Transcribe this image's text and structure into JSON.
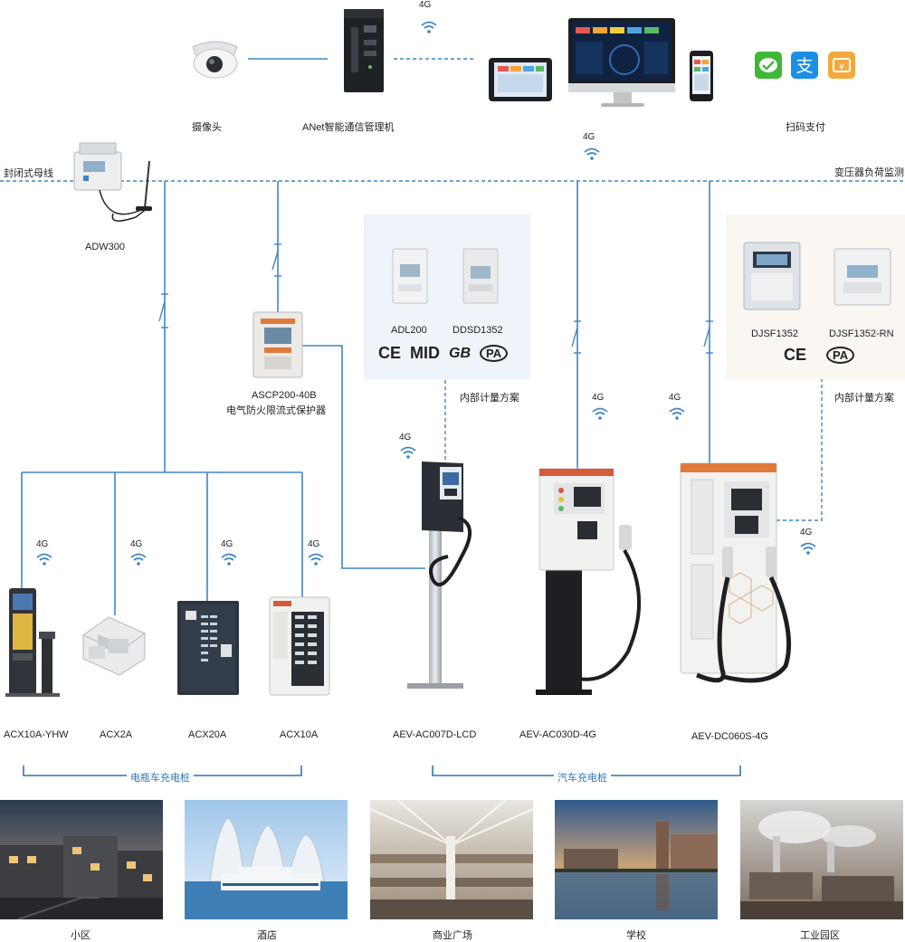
{
  "top": {
    "camera": "摄像头",
    "gateway": "ANet智能通信管理机",
    "payment": "扫码支付",
    "net_4g": "4G"
  },
  "bus": {
    "left_label": "封闭式母线",
    "right_label": "变压器负荷监测",
    "adw": "ADW300",
    "ascp_model": "ASCP200-40B",
    "ascp_desc": "电气防火限流式保护器"
  },
  "metering_left": {
    "meter1": "ADL200",
    "meter2": "DDSD1352",
    "marks": [
      "CE",
      "MID",
      "GB",
      "PA"
    ],
    "caption": "内部计量方案"
  },
  "metering_right": {
    "meter1": "DJSF1352",
    "meter2": "DJSF1352-RN",
    "marks": [
      "CE",
      "PA"
    ],
    "caption": "内部计量方案"
  },
  "ebike": {
    "items": [
      "ACX10A-YHW",
      "ACX2A",
      "ACX20A",
      "ACX10A"
    ],
    "group": "电瓶车充电桩"
  },
  "ev": {
    "items": [
      "AEV-AC007D-LCD",
      "AEV-AC030D-4G",
      "AEV-DC060S-4G"
    ],
    "group": "汽车充电桩"
  },
  "scenes": [
    "小区",
    "酒店",
    "商业广场",
    "学校",
    "工业园区"
  ],
  "colors": {
    "line": "#3d86c6",
    "accent": "#2e75b6",
    "panel": "#eef4fa",
    "panel_warm": "#faf7f3"
  }
}
